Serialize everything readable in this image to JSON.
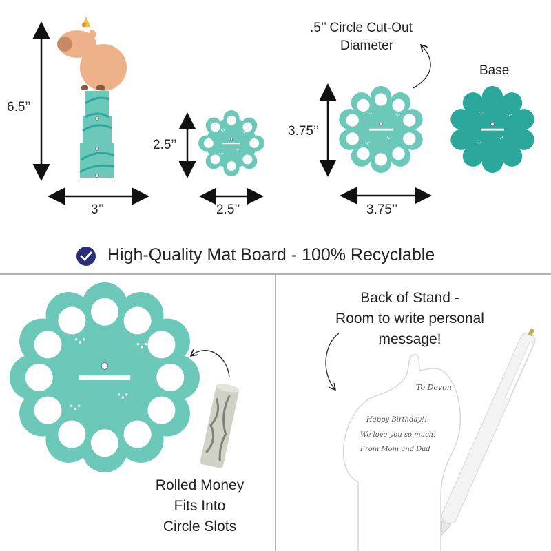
{
  "dimensions": {
    "topper_height": "6.5’’",
    "topper_width": "3’’",
    "small_height": "2.5’’",
    "small_width": "2.5’’",
    "large_height": "3.75’’",
    "large_width": "3.75’’",
    "cutout_note_line1": ".5’’ Circle Cut-Out",
    "cutout_note_line2": "Diameter",
    "base_label": "Base"
  },
  "banner": {
    "icon": "check-circle-icon",
    "text": "High-Quality Mat Board - 100% Recyclable"
  },
  "left_panel": {
    "caption_lines": [
      "Rolled Money",
      "Fits Into",
      "Circle Slots"
    ]
  },
  "right_panel": {
    "caption_lines": [
      "Back of Stand -",
      "Room to write personal",
      "message!"
    ],
    "handwriting": {
      "to": "To Devon",
      "lines": [
        "Happy Birthday!!",
        "We love you so much!",
        "From Mom and Dad"
      ]
    }
  },
  "colors": {
    "teal_light": "#6cc8b9",
    "teal_dark": "#2ba89b",
    "navy": "#2b2f7a",
    "divider": "#9a9a9a"
  }
}
